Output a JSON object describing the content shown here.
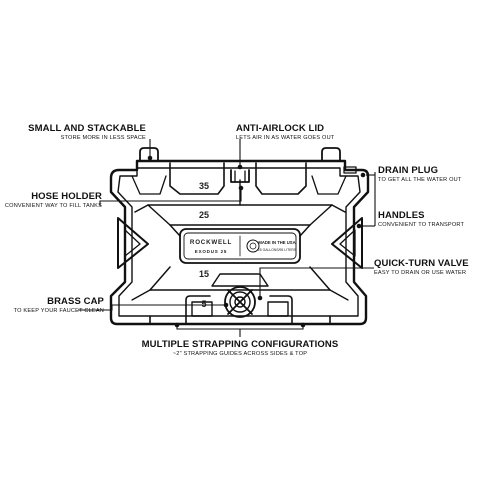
{
  "callouts": {
    "small_stackable": {
      "title": "SMALL AND STACKABLE",
      "subtitle": "STORE MORE IN LESS SPACE"
    },
    "anti_airlock": {
      "title": "ANTI-AIRLOCK LID",
      "subtitle": "LETS AIR IN AS WATER GOES OUT"
    },
    "hose_holder": {
      "title": "HOSE HOLDER",
      "subtitle": "CONVENIENT WAY TO FILL TANKS"
    },
    "drain_plug": {
      "title": "DRAIN PLUG",
      "subtitle": "TO GET ALL THE WATER OUT"
    },
    "handles": {
      "title": "HANDLES",
      "subtitle": "CONVENIENT TO TRANSPORT"
    },
    "quick_turn": {
      "title": "QUICK-TURN VALVE",
      "subtitle": "EASY TO DRAIN OR USE WATER"
    },
    "brass_cap": {
      "title": "BRASS CAP",
      "subtitle": "TO KEEP YOUR FAUCET CLEAN"
    },
    "strapping": {
      "title": "MULTIPLE STRAPPING CONFIGURATIONS",
      "subtitle": "~2\" STRAPPING GUIDES ACROSS SIDES & TOP"
    }
  },
  "tank": {
    "brand": "ROCKWELL",
    "model": "EXODUS 25",
    "badge_line1": "MADE IN THE USA",
    "badge_line2": "25 GALLONS/95 LITERS",
    "marks": {
      "m35": "35",
      "m25": "25",
      "m15": "15",
      "m5": "5"
    }
  }
}
